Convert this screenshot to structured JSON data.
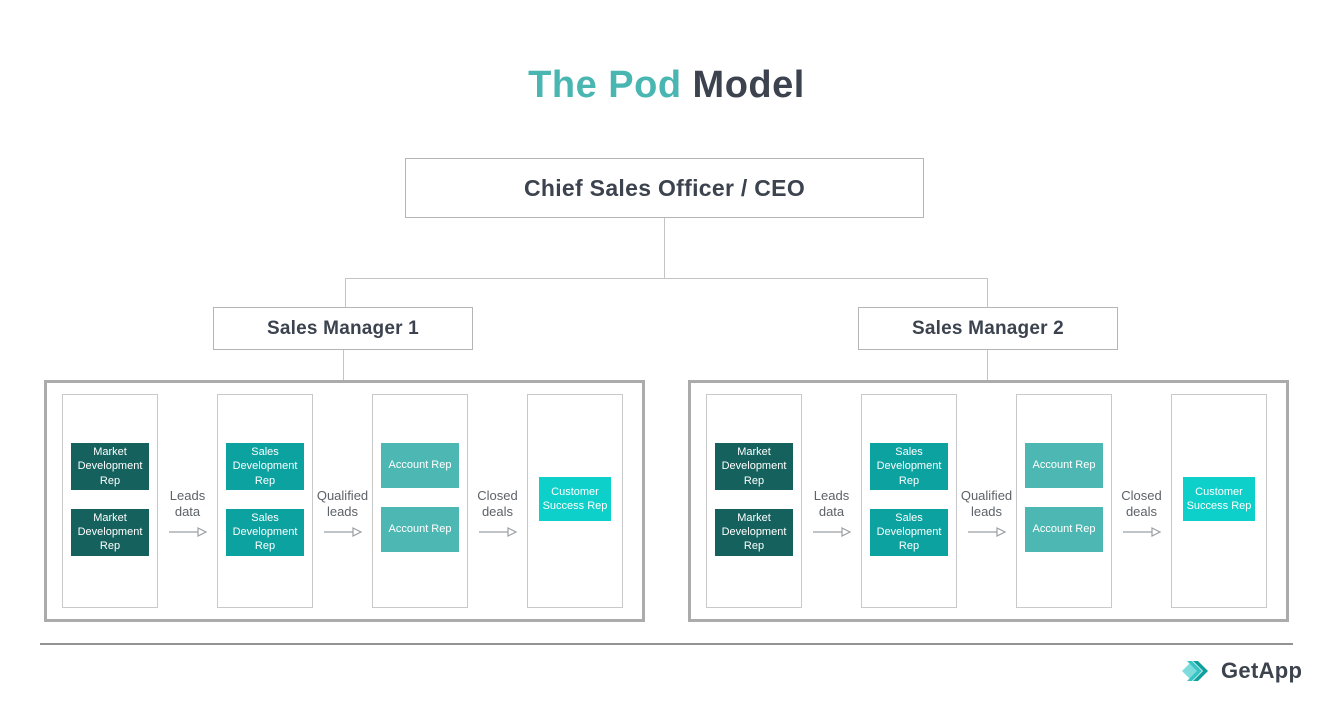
{
  "title": {
    "part1": "The Pod",
    "part2": "Model"
  },
  "hierarchy": {
    "top": "Chief Sales Officer / CEO",
    "managers": [
      "Sales Manager 1",
      "Sales Manager 2"
    ]
  },
  "pods": [
    {
      "columns": [
        {
          "boxes": [
            "Market Development Rep",
            "Market Development Rep"
          ]
        },
        {
          "boxes": [
            "Sales Development Rep",
            "Sales Development Rep"
          ]
        },
        {
          "boxes": [
            "Account Rep",
            "Account Rep"
          ]
        },
        {
          "boxes": [
            "Customer Success Rep"
          ]
        }
      ],
      "flows": [
        {
          "line1": "Leads",
          "line2": "data"
        },
        {
          "line1": "Qualified",
          "line2": "leads"
        },
        {
          "line1": "Closed",
          "line2": "deals"
        }
      ]
    },
    {
      "columns": [
        {
          "boxes": [
            "Market Development Rep",
            "Market Development Rep"
          ]
        },
        {
          "boxes": [
            "Sales Development Rep",
            "Sales Development Rep"
          ]
        },
        {
          "boxes": [
            "Account Rep",
            "Account Rep"
          ]
        },
        {
          "boxes": [
            "Customer Success Rep"
          ]
        }
      ],
      "flows": [
        {
          "line1": "Leads",
          "line2": "data"
        },
        {
          "line1": "Qualified",
          "line2": "leads"
        },
        {
          "line1": "Closed",
          "line2": "deals"
        }
      ]
    }
  ],
  "footer": {
    "brand": "GetApp"
  },
  "colors": {
    "title_teal": "#49b6b2",
    "dark_text": "#3c434e",
    "market_dev_rep": "#15615d",
    "sales_dev_rep": "#0ca2a0",
    "account_rep": "#4db8b3",
    "customer_success_rep": "#0cd0c9",
    "flow_label_text": "#5c6268",
    "connector_line": "#c4c4c4",
    "pod_border": "#ababab"
  }
}
